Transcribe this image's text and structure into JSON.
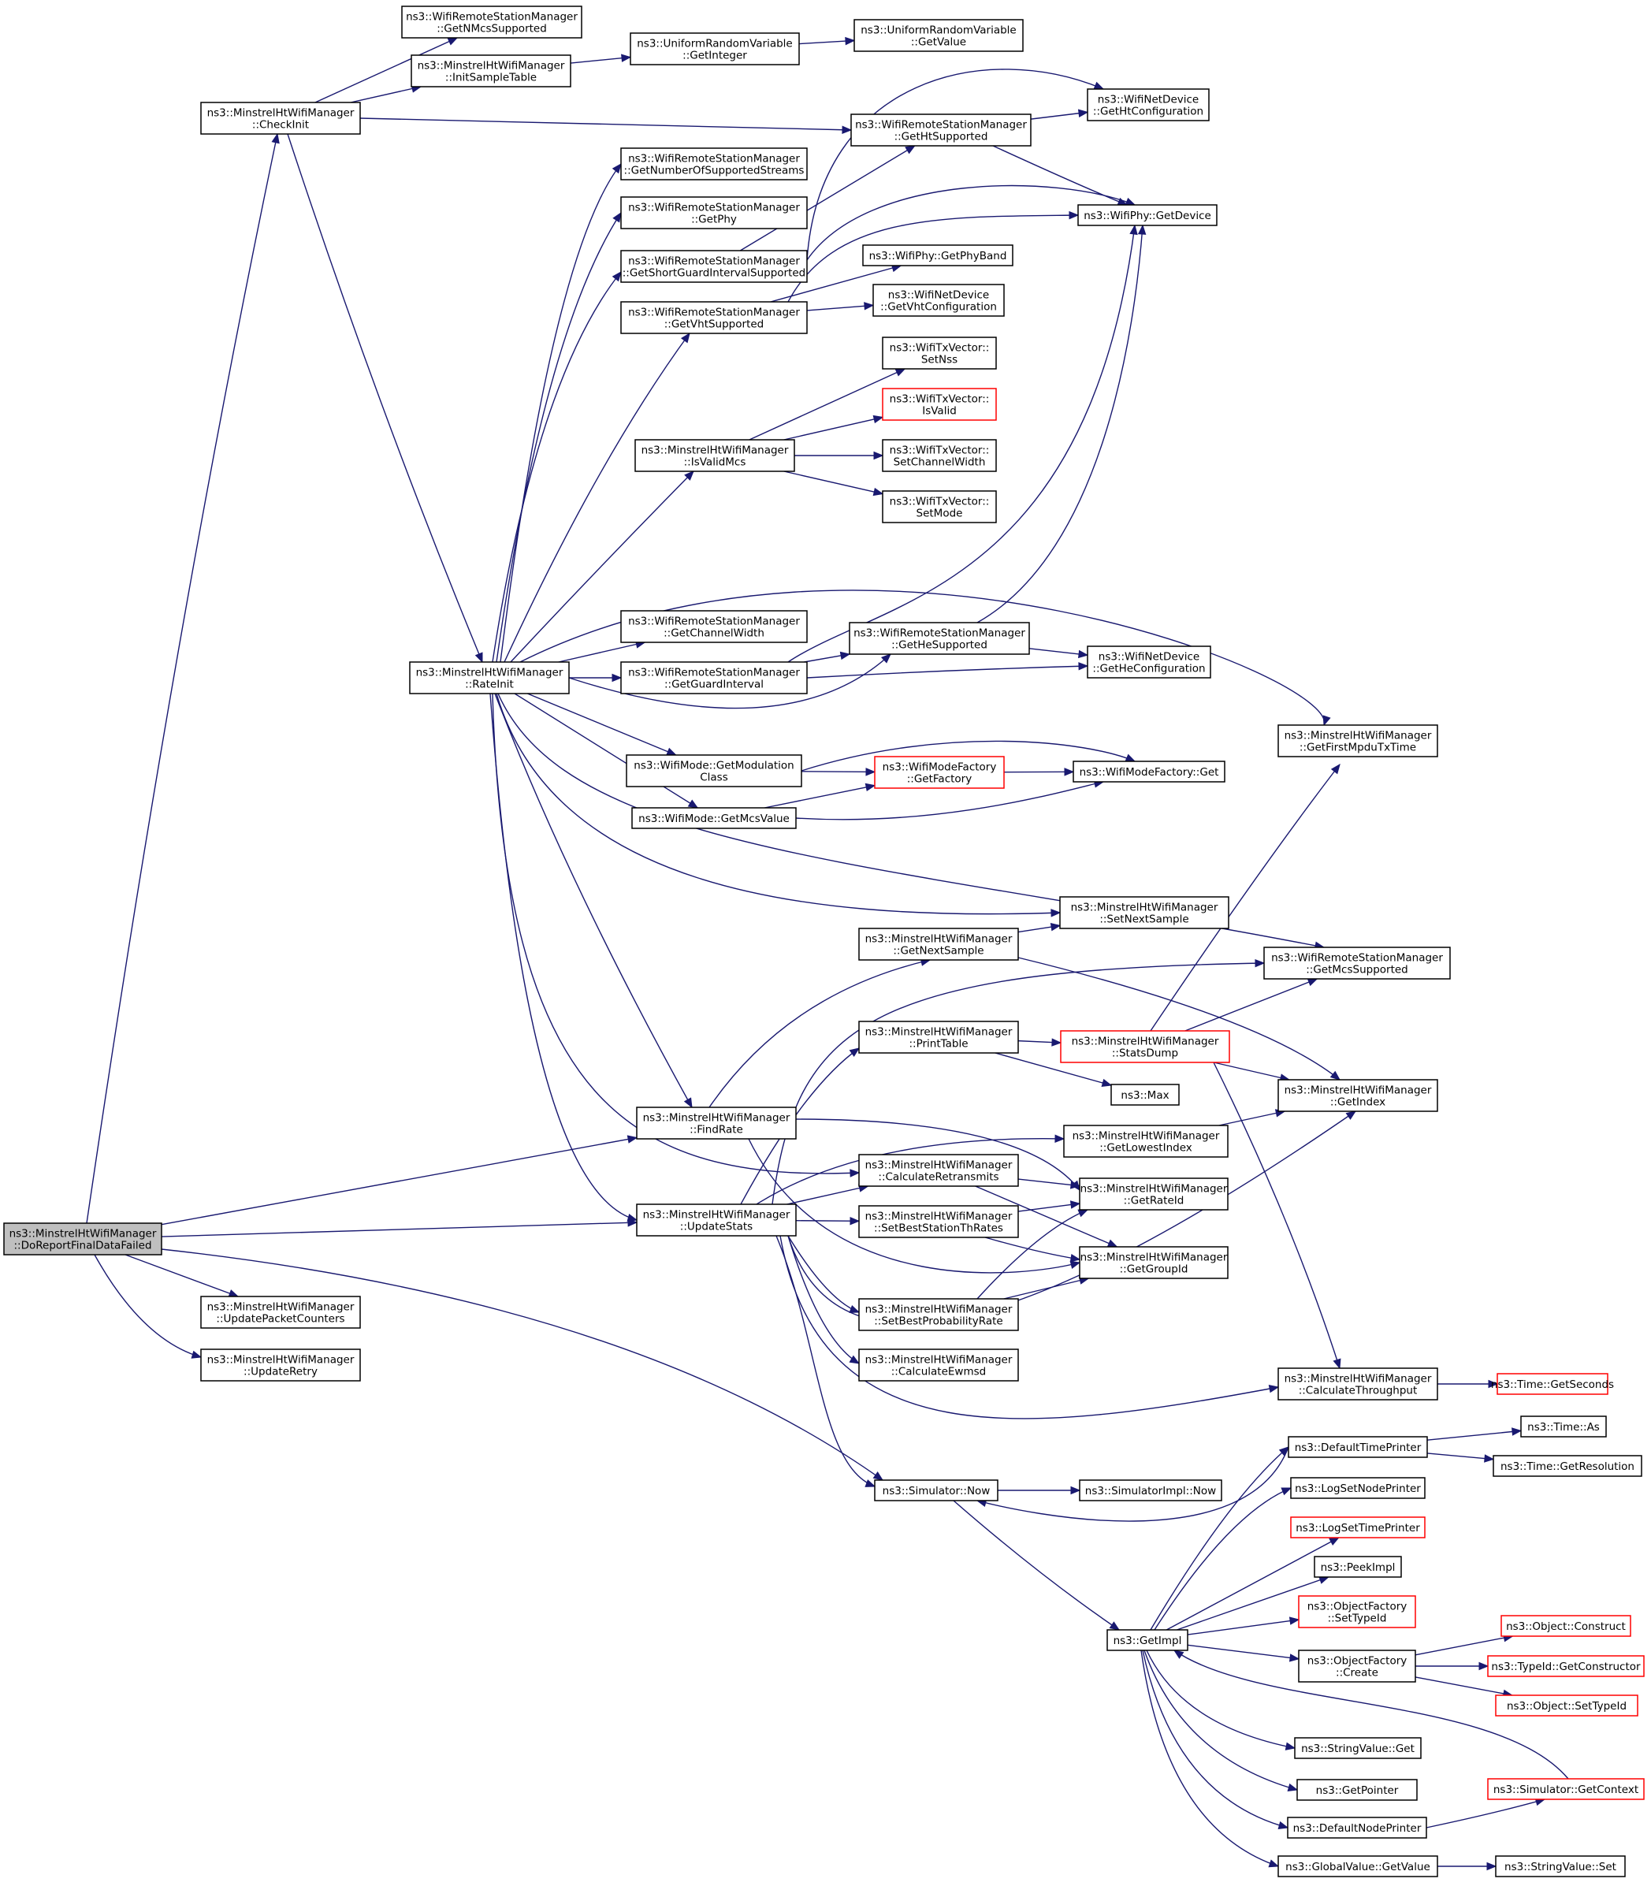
{
  "colors": {
    "edge": "#191970",
    "node_border": "#000000",
    "node_border_truncated": "#ff0000",
    "root_fill": "#bfbfbf"
  },
  "nodes": [
    {
      "id": "root",
      "lines": [
        "ns3::MinstrelHtWifiManager",
        "::DoReportFinalDataFailed"
      ],
      "style": "root"
    },
    {
      "id": "checkinit",
      "lines": [
        "ns3::MinstrelHtWifiManager",
        "::CheckInit"
      ],
      "style": "normal"
    },
    {
      "id": "getnmcs",
      "lines": [
        "ns3::WifiRemoteStationManager",
        "::GetNMcsSupported"
      ],
      "style": "normal"
    },
    {
      "id": "initsample",
      "lines": [
        "ns3::MinstrelHtWifiManager",
        "::InitSampleTable"
      ],
      "style": "normal"
    },
    {
      "id": "getinteger",
      "lines": [
        "ns3::UniformRandomVariable",
        "::GetInteger"
      ],
      "style": "normal"
    },
    {
      "id": "getvalue_urv",
      "lines": [
        "ns3::UniformRandomVariable",
        "::GetValue"
      ],
      "style": "normal"
    },
    {
      "id": "gethtconf",
      "lines": [
        "ns3::WifiNetDevice",
        "::GetHtConfiguration"
      ],
      "style": "normal"
    },
    {
      "id": "gethtsupp",
      "lines": [
        "ns3::WifiRemoteStationManager",
        "::GetHtSupported"
      ],
      "style": "normal"
    },
    {
      "id": "getnss",
      "lines": [
        "ns3::WifiRemoteStationManager",
        "::GetNumberOfSupportedStreams"
      ],
      "style": "normal"
    },
    {
      "id": "getphy",
      "lines": [
        "ns3::WifiRemoteStationManager",
        "::GetPhy"
      ],
      "style": "normal"
    },
    {
      "id": "getdevice",
      "lines": [
        "ns3::WifiPhy::GetDevice"
      ],
      "style": "normal"
    },
    {
      "id": "getsgi",
      "lines": [
        "ns3::WifiRemoteStationManager",
        "::GetShortGuardIntervalSupported"
      ],
      "style": "normal"
    },
    {
      "id": "getphyband",
      "lines": [
        "ns3::WifiPhy::GetPhyBand"
      ],
      "style": "normal"
    },
    {
      "id": "getvhtsupp",
      "lines": [
        "ns3::WifiRemoteStationManager",
        "::GetVhtSupported"
      ],
      "style": "normal"
    },
    {
      "id": "getvhtconf",
      "lines": [
        "ns3::WifiNetDevice",
        "::GetVhtConfiguration"
      ],
      "style": "normal"
    },
    {
      "id": "setnss",
      "lines": [
        "ns3::WifiTxVector::",
        "SetNss"
      ],
      "style": "normal"
    },
    {
      "id": "isvalid",
      "lines": [
        "ns3::WifiTxVector::",
        "IsValid"
      ],
      "style": "red"
    },
    {
      "id": "isvalidmcs",
      "lines": [
        "ns3::MinstrelHtWifiManager",
        "::IsValidMcs"
      ],
      "style": "normal"
    },
    {
      "id": "setchw",
      "lines": [
        "ns3::WifiTxVector::",
        "SetChannelWidth"
      ],
      "style": "normal"
    },
    {
      "id": "setmode",
      "lines": [
        "ns3::WifiTxVector::",
        "SetMode"
      ],
      "style": "normal"
    },
    {
      "id": "getchw",
      "lines": [
        "ns3::WifiRemoteStationManager",
        "::GetChannelWidth"
      ],
      "style": "normal"
    },
    {
      "id": "gethesupp",
      "lines": [
        "ns3::WifiRemoteStationManager",
        "::GetHeSupported"
      ],
      "style": "normal"
    },
    {
      "id": "rateinit",
      "lines": [
        "ns3::MinstrelHtWifiManager",
        "::RateInit"
      ],
      "style": "normal"
    },
    {
      "id": "getgi",
      "lines": [
        "ns3::WifiRemoteStationManager",
        "::GetGuardInterval"
      ],
      "style": "normal"
    },
    {
      "id": "getheconf",
      "lines": [
        "ns3::WifiNetDevice",
        "::GetHeConfiguration"
      ],
      "style": "normal"
    },
    {
      "id": "getfirstmpdu",
      "lines": [
        "ns3::MinstrelHtWifiManager",
        "::GetFirstMpduTxTime"
      ],
      "style": "normal"
    },
    {
      "id": "getmodclass",
      "lines": [
        "ns3::WifiMode::GetModulation",
        "Class"
      ],
      "style": "normal"
    },
    {
      "id": "getfactory",
      "lines": [
        "ns3::WifiModeFactory",
        "::GetFactory"
      ],
      "style": "red"
    },
    {
      "id": "wmfget",
      "lines": [
        "ns3::WifiModeFactory::Get"
      ],
      "style": "normal"
    },
    {
      "id": "getmcsvalue",
      "lines": [
        "ns3::WifiMode::GetMcsValue"
      ],
      "style": "normal"
    },
    {
      "id": "setnextsample",
      "lines": [
        "ns3::MinstrelHtWifiManager",
        "::SetNextSample"
      ],
      "style": "normal"
    },
    {
      "id": "getnextsample",
      "lines": [
        "ns3::MinstrelHtWifiManager",
        "::GetNextSample"
      ],
      "style": "normal"
    },
    {
      "id": "getmcssupp",
      "lines": [
        "ns3::WifiRemoteStationManager",
        "::GetMcsSupported"
      ],
      "style": "normal"
    },
    {
      "id": "printtable",
      "lines": [
        "ns3::MinstrelHtWifiManager",
        "::PrintTable"
      ],
      "style": "normal"
    },
    {
      "id": "statsdump",
      "lines": [
        "ns3::MinstrelHtWifiManager",
        "::StatsDump"
      ],
      "style": "red"
    },
    {
      "id": "max",
      "lines": [
        "ns3::Max"
      ],
      "style": "normal"
    },
    {
      "id": "getindex",
      "lines": [
        "ns3::MinstrelHtWifiManager",
        "::GetIndex"
      ],
      "style": "normal"
    },
    {
      "id": "findrate",
      "lines": [
        "ns3::MinstrelHtWifiManager",
        "::FindRate"
      ],
      "style": "normal"
    },
    {
      "id": "getlowest",
      "lines": [
        "ns3::MinstrelHtWifiManager",
        "::GetLowestIndex"
      ],
      "style": "normal"
    },
    {
      "id": "calcretrans",
      "lines": [
        "ns3::MinstrelHtWifiManager",
        "::CalculateRetransmits"
      ],
      "style": "normal"
    },
    {
      "id": "getrateid",
      "lines": [
        "ns3::MinstrelHtWifiManager",
        "::GetRateId"
      ],
      "style": "normal"
    },
    {
      "id": "updatestats",
      "lines": [
        "ns3::MinstrelHtWifiManager",
        "::UpdateStats"
      ],
      "style": "normal"
    },
    {
      "id": "setbeststation",
      "lines": [
        "ns3::MinstrelHtWifiManager",
        "::SetBestStationThRates"
      ],
      "style": "normal"
    },
    {
      "id": "getgroupid",
      "lines": [
        "ns3::MinstrelHtWifiManager",
        "::GetGroupId"
      ],
      "style": "normal"
    },
    {
      "id": "updatepkt",
      "lines": [
        "ns3::MinstrelHtWifiManager",
        "::UpdatePacketCounters"
      ],
      "style": "normal"
    },
    {
      "id": "setbestprob",
      "lines": [
        "ns3::MinstrelHtWifiManager",
        "::SetBestProbabilityRate"
      ],
      "style": "normal"
    },
    {
      "id": "updateretry",
      "lines": [
        "ns3::MinstrelHtWifiManager",
        "::UpdateRetry"
      ],
      "style": "normal"
    },
    {
      "id": "calcewmsd",
      "lines": [
        "ns3::MinstrelHtWifiManager",
        "::CalculateEwmsd"
      ],
      "style": "normal"
    },
    {
      "id": "calcthroughput",
      "lines": [
        "ns3::MinstrelHtWifiManager",
        "::CalculateThroughput"
      ],
      "style": "normal"
    },
    {
      "id": "getseconds",
      "lines": [
        "ns3::Time::GetSeconds"
      ],
      "style": "red"
    },
    {
      "id": "timeas",
      "lines": [
        "ns3::Time::As"
      ],
      "style": "normal"
    },
    {
      "id": "defaulttimeprinter",
      "lines": [
        "ns3::DefaultTimePrinter"
      ],
      "style": "normal"
    },
    {
      "id": "getresolution",
      "lines": [
        "ns3::Time::GetResolution"
      ],
      "style": "normal"
    },
    {
      "id": "simnow",
      "lines": [
        "ns3::Simulator::Now"
      ],
      "style": "normal"
    },
    {
      "id": "simimplnow",
      "lines": [
        "ns3::SimulatorImpl::Now"
      ],
      "style": "normal"
    },
    {
      "id": "logsetnode",
      "lines": [
        "ns3::LogSetNodePrinter"
      ],
      "style": "normal"
    },
    {
      "id": "logsettime",
      "lines": [
        "ns3::LogSetTimePrinter"
      ],
      "style": "red"
    },
    {
      "id": "peekimpl",
      "lines": [
        "ns3::PeekImpl"
      ],
      "style": "normal"
    },
    {
      "id": "ofsettypeid",
      "lines": [
        "ns3::ObjectFactory",
        "::SetTypeId"
      ],
      "style": "red"
    },
    {
      "id": "getimpl",
      "lines": [
        "ns3::GetImpl"
      ],
      "style": "normal"
    },
    {
      "id": "objconstruct",
      "lines": [
        "ns3::Object::Construct"
      ],
      "style": "red"
    },
    {
      "id": "ofcreate",
      "lines": [
        "ns3::ObjectFactory",
        "::Create"
      ],
      "style": "normal"
    },
    {
      "id": "getconstructor",
      "lines": [
        "ns3::TypeId::GetConstructor"
      ],
      "style": "red"
    },
    {
      "id": "objsettypeid",
      "lines": [
        "ns3::Object::SetTypeId"
      ],
      "style": "red"
    },
    {
      "id": "strvalget",
      "lines": [
        "ns3::StringValue::Get"
      ],
      "style": "normal"
    },
    {
      "id": "getpointer",
      "lines": [
        "ns3::GetPointer"
      ],
      "style": "normal"
    },
    {
      "id": "simgetcontext",
      "lines": [
        "ns3::Simulator::GetContext"
      ],
      "style": "red"
    },
    {
      "id": "defaultnodeprinter",
      "lines": [
        "ns3::DefaultNodePrinter"
      ],
      "style": "normal"
    },
    {
      "id": "gvgetvalue",
      "lines": [
        "ns3::GlobalValue::GetValue"
      ],
      "style": "normal"
    },
    {
      "id": "strvalset",
      "lines": [
        "ns3::StringValue::Set"
      ],
      "style": "normal"
    }
  ],
  "edges": [
    [
      "root",
      "checkinit"
    ],
    [
      "root",
      "findrate"
    ],
    [
      "root",
      "updatestats"
    ],
    [
      "root",
      "updatepkt"
    ],
    [
      "root",
      "updateretry"
    ],
    [
      "root",
      "simnow"
    ],
    [
      "checkinit",
      "getnmcs"
    ],
    [
      "checkinit",
      "initsample"
    ],
    [
      "checkinit",
      "gethtsupp"
    ],
    [
      "checkinit",
      "rateinit"
    ],
    [
      "initsample",
      "getinteger"
    ],
    [
      "getinteger",
      "getvalue_urv"
    ],
    [
      "gethtsupp",
      "gethtconf"
    ],
    [
      "gethtsupp",
      "getdevice"
    ],
    [
      "getsgi",
      "gethtconf"
    ],
    [
      "getsgi",
      "gethtsupp"
    ],
    [
      "getsgi",
      "getdevice"
    ],
    [
      "getvhtsupp",
      "getdevice"
    ],
    [
      "getvhtsupp",
      "getphyband"
    ],
    [
      "getvhtsupp",
      "getvhtconf"
    ],
    [
      "rateinit",
      "getnss"
    ],
    [
      "rateinit",
      "getphy"
    ],
    [
      "rateinit",
      "getsgi"
    ],
    [
      "rateinit",
      "getvhtsupp"
    ],
    [
      "rateinit",
      "isvalidmcs"
    ],
    [
      "rateinit",
      "getfirstmpdu"
    ],
    [
      "rateinit",
      "getchw"
    ],
    [
      "rateinit",
      "getgi"
    ],
    [
      "rateinit",
      "gethesupp"
    ],
    [
      "rateinit",
      "getmodclass"
    ],
    [
      "rateinit",
      "getmcsvalue"
    ],
    [
      "rateinit",
      "getmcssupp"
    ],
    [
      "rateinit",
      "setnextsample"
    ],
    [
      "rateinit",
      "findrate"
    ],
    [
      "rateinit",
      "calcretrans"
    ],
    [
      "rateinit",
      "updatestats"
    ],
    [
      "isvalidmcs",
      "setnss"
    ],
    [
      "isvalidmcs",
      "isvalid"
    ],
    [
      "isvalidmcs",
      "setchw"
    ],
    [
      "isvalidmcs",
      "setmode"
    ],
    [
      "gethesupp",
      "getdevice"
    ],
    [
      "gethesupp",
      "getheconf"
    ],
    [
      "getgi",
      "getdevice"
    ],
    [
      "getgi",
      "gethesupp"
    ],
    [
      "getgi",
      "getheconf"
    ],
    [
      "getmodclass",
      "getfactory"
    ],
    [
      "getmodclass",
      "wmfget"
    ],
    [
      "getmcsvalue",
      "getfactory"
    ],
    [
      "getmcsvalue",
      "wmfget"
    ],
    [
      "getfactory",
      "wmfget"
    ],
    [
      "findrate",
      "getnextsample"
    ],
    [
      "findrate",
      "getrateid"
    ],
    [
      "findrate",
      "getgroupid"
    ],
    [
      "getnextsample",
      "setnextsample"
    ],
    [
      "getnextsample",
      "getindex"
    ],
    [
      "printtable",
      "statsdump"
    ],
    [
      "printtable",
      "max"
    ],
    [
      "statsdump",
      "getfirstmpdu"
    ],
    [
      "statsdump",
      "getmcssupp"
    ],
    [
      "statsdump",
      "getindex"
    ],
    [
      "statsdump",
      "calcthroughput"
    ],
    [
      "getlowest",
      "getindex"
    ],
    [
      "calcretrans",
      "getrateid"
    ],
    [
      "calcretrans",
      "getgroupid"
    ],
    [
      "updatestats",
      "printtable"
    ],
    [
      "updatestats",
      "getmcssupp"
    ],
    [
      "updatestats",
      "getlowest"
    ],
    [
      "updatestats",
      "calcretrans"
    ],
    [
      "updatestats",
      "setbeststation"
    ],
    [
      "updatestats",
      "setbestprob"
    ],
    [
      "updatestats",
      "calcewmsd"
    ],
    [
      "updatestats",
      "calcthroughput"
    ],
    [
      "updatestats",
      "getindex"
    ],
    [
      "updatestats",
      "simnow"
    ],
    [
      "setbeststation",
      "getrateid"
    ],
    [
      "setbeststation",
      "getgroupid"
    ],
    [
      "setbestprob",
      "getrateid"
    ],
    [
      "setbestprob",
      "getgroupid"
    ],
    [
      "calcthroughput",
      "getseconds"
    ],
    [
      "simnow",
      "simimplnow"
    ],
    [
      "simnow",
      "getimpl"
    ],
    [
      "defaulttimeprinter",
      "timeas"
    ],
    [
      "defaulttimeprinter",
      "getresolution"
    ],
    [
      "defaulttimeprinter",
      "simnow"
    ],
    [
      "getimpl",
      "defaulttimeprinter"
    ],
    [
      "getimpl",
      "logsetnode"
    ],
    [
      "getimpl",
      "logsettime"
    ],
    [
      "getimpl",
      "peekimpl"
    ],
    [
      "getimpl",
      "ofsettypeid"
    ],
    [
      "getimpl",
      "ofcreate"
    ],
    [
      "getimpl",
      "strvalget"
    ],
    [
      "getimpl",
      "getpointer"
    ],
    [
      "getimpl",
      "defaultnodeprinter"
    ],
    [
      "getimpl",
      "gvgetvalue"
    ],
    [
      "ofcreate",
      "objconstruct"
    ],
    [
      "ofcreate",
      "getconstructor"
    ],
    [
      "ofcreate",
      "objsettypeid"
    ],
    [
      "simgetcontext",
      "getimpl"
    ],
    [
      "defaultnodeprinter",
      "simgetcontext"
    ],
    [
      "gvgetvalue",
      "strvalset"
    ]
  ]
}
